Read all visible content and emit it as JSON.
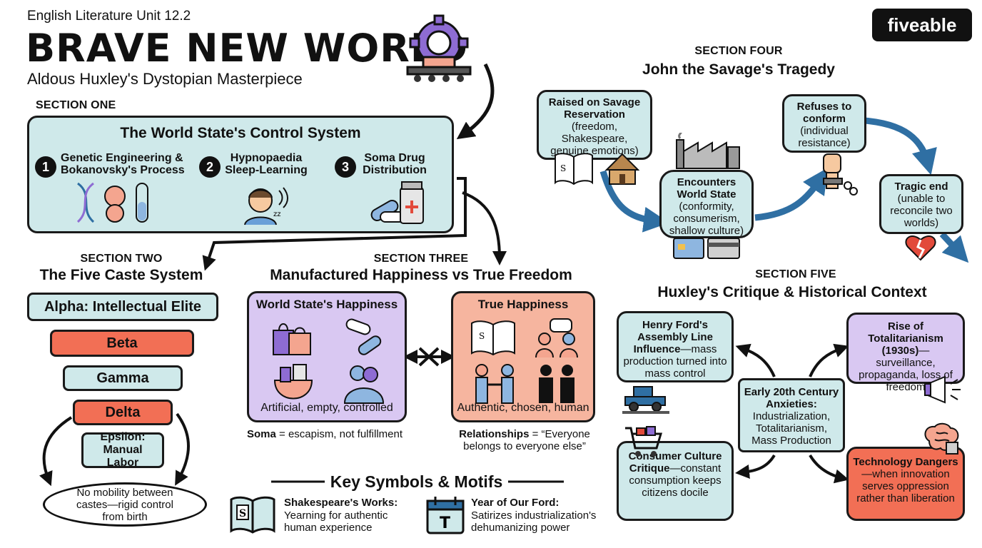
{
  "header": {
    "unit": "English Literature Unit 12.2",
    "title": "BRAVE NEW WORLD",
    "subtitle": "Aldous Huxley's Dystopian Masterpiece",
    "brand": "fiveable"
  },
  "section_one": {
    "label": "SECTION ONE",
    "title": "The World State's Control System",
    "items": [
      {
        "num": "1",
        "text": "Genetic Engineering & Bokanovsky's Process"
      },
      {
        "num": "2",
        "text": "Hypnopaedia Sleep-Learning"
      },
      {
        "num": "3",
        "text": "Soma Drug Distribution"
      }
    ]
  },
  "section_two": {
    "label": "SECTION TWO",
    "title": "The Five Caste System",
    "castes": [
      "Alpha: Intellectual Elite",
      "Beta",
      "Gamma",
      "Delta",
      "Epsilon: Manual Labor"
    ],
    "note": "No mobility between castes—rigid control from birth"
  },
  "section_three": {
    "label": "SECTION THREE",
    "title": "Manufactured Happiness vs True Freedom",
    "left": {
      "title": "World State's Happiness",
      "caption": "Artificial, empty, controlled",
      "note_bold": "Soma",
      "note": " = escapism, not fulfillment"
    },
    "right": {
      "title": "True Happiness",
      "caption": "Authentic, chosen, human",
      "note_bold": "Relationships",
      "note": " = “Everyone belongs to everyone else”"
    }
  },
  "symbols": {
    "title": "Key Symbols & Motifs",
    "items": [
      {
        "bold": "Shakespeare's Works:",
        "text": "Yearning for authentic human experience"
      },
      {
        "bold": "Year of Our Ford:",
        "text": "Satirizes industrialization's dehumanizing power"
      }
    ]
  },
  "section_four": {
    "label": "SECTION FOUR",
    "title": "John the Savage's Tragedy",
    "steps": [
      {
        "bold": "Raised on Savage Reservation",
        "text": "(freedom, Shakespeare, genuine emotions)"
      },
      {
        "bold": "Encounters World State",
        "text": "(conformity, consumerism, shallow culture)"
      },
      {
        "bold": "Refuses to conform",
        "text": "(individual resistance)"
      },
      {
        "bold": "Tragic end",
        "text": "(unable to reconcile two worlds)"
      }
    ]
  },
  "section_five": {
    "label": "SECTION FIVE",
    "title": "Huxley's Critique & Historical Context",
    "center": {
      "bold": "Early 20th Century Anxieties:",
      "text": "Industrialization, Totalitarianism, Mass Production"
    },
    "nodes": [
      {
        "bold": "Henry Ford's Assembly Line Influence",
        "text": "—mass production turned into mass control"
      },
      {
        "bold": "Rise of Totalitarianism (1930s)",
        "text": "—surveillance, propaganda, loss of freedom"
      },
      {
        "bold": "Consumer Culture Critique",
        "text": "—constant consumption keeps citizens docile"
      },
      {
        "bold": "Technology Dangers",
        "text": "—when innovation serves oppression rather than liberation"
      }
    ]
  },
  "colors": {
    "teal": "#cfe9ea",
    "purple": "#d9c8f2",
    "salmon": "#f6b59f",
    "red": "#f26f55",
    "arrow_blue": "#2f6fa3"
  }
}
